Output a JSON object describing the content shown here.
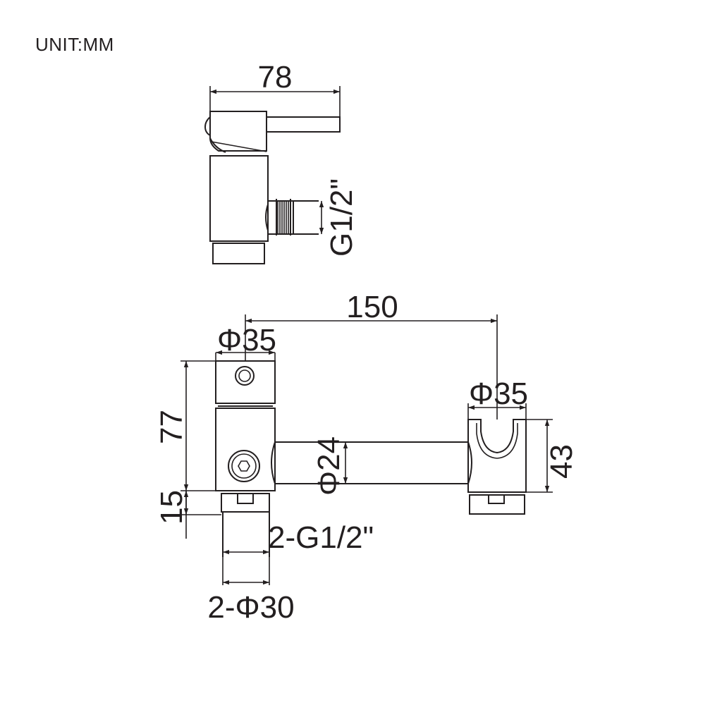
{
  "unit_label": "UNIT:MM",
  "dimensions": {
    "top_width": "78",
    "thread_inlet_side": "G1/2\"",
    "center_distance": "150",
    "valve_diameter": "Φ35",
    "holder_diameter": "Φ35",
    "pipe_diameter": "Φ24",
    "valve_height": "77",
    "holder_height": "43",
    "inlet_height": "15",
    "thread_bottom": "2-G1/2\"",
    "inlet_diameter": "2-Φ30"
  },
  "colors": {
    "line": "#231f20",
    "background": "#ffffff"
  }
}
